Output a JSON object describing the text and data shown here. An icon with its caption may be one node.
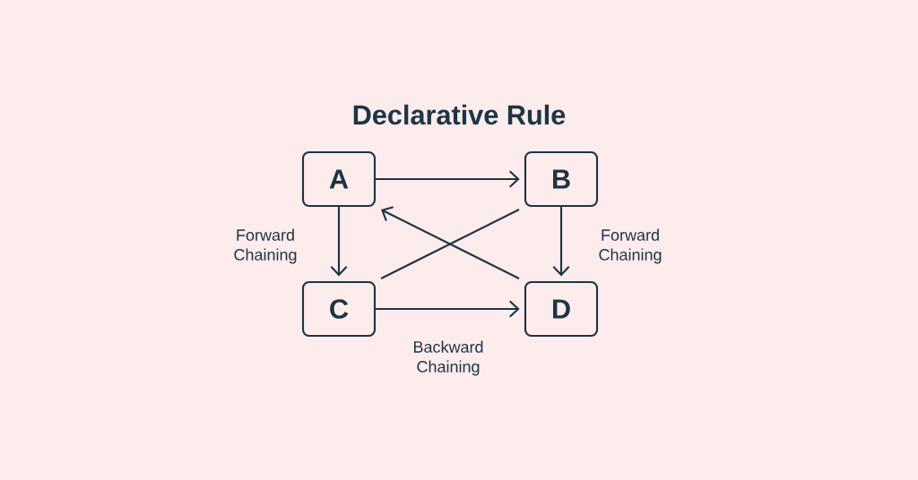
{
  "diagram": {
    "title": "Declarative Rule",
    "nodes": [
      {
        "text": [
          "A"
        ]
      },
      {
        "text": [
          "B"
        ]
      },
      {
        "text": [
          "C"
        ]
      },
      {
        "text": [
          "D"
        ]
      }
    ],
    "edges": [
      {
        "from": 0,
        "to": 1,
        "arrow": "to"
      },
      {
        "from": 0,
        "to": 2,
        "arrow": "to",
        "label": "Forward Chaining"
      },
      {
        "from": 1,
        "to": 3,
        "arrow": "to",
        "label": "Forward Chaining"
      },
      {
        "from": 2,
        "to": 3,
        "arrow": "to",
        "label": "Backward Chaining"
      },
      {
        "from": 3,
        "to": 0,
        "arrow": "to"
      },
      {
        "from": 2,
        "to": 1,
        "arrow": "none"
      }
    ]
  }
}
